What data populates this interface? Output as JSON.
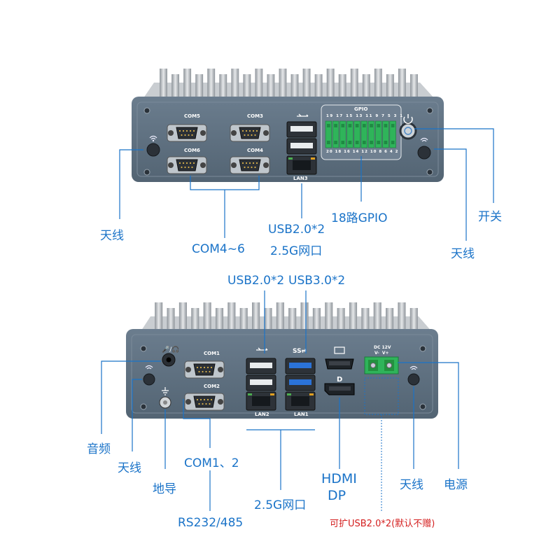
{
  "colors": {
    "callout_line": "#1a73c8",
    "callout_text": "#1a73c8",
    "note_text": "#d42020",
    "chassis": "#5d6f80",
    "chassis_dark": "#4a5a69",
    "fins": "#b7bcc0",
    "gpio_green": "#2fb45a",
    "usb3_blue": "#2b73d8"
  },
  "top_panel": {
    "port_labels": [
      "COM5",
      "COM3",
      "COM6",
      "COM4",
      "LAN3",
      "GPIO"
    ],
    "gpio_top_numbers": "19 17 15 13 11 9 7 5 3 1",
    "gpio_bottom_numbers": "20 18 16 14 12 10 8 6 4 2",
    "callouts": {
      "antenna_left": "天线",
      "com": "COM4~6",
      "usb_lan_line1": "USB2.0*2",
      "usb_lan_line2": "2.5G网口",
      "gpio": "18路GPIO",
      "power_switch": "开关",
      "antenna_right": "天线"
    }
  },
  "bottom_panel": {
    "port_labels": [
      "COM1",
      "COM2",
      "LAN2",
      "LAN1",
      "DC 12V",
      "V-  V+"
    ],
    "callouts": {
      "usb2": "USB2.0*2",
      "usb3": "USB3.0*2",
      "audio": "音频",
      "antenna_left": "天线",
      "ground": "地导",
      "com": "COM1、2",
      "rs": "RS232/485",
      "lan": "2.5G网口",
      "hdmi": "HDMI",
      "dp": "DP",
      "antenna_right": "天线",
      "power": "电源",
      "usb_expand_note": "可扩USB2.0*2(默认不赠)"
    }
  },
  "icons": [
    "wifi-icon",
    "power-icon",
    "usb-icon",
    "headphone-mic-icon",
    "ground-icon",
    "hdmi-icon",
    "displayport-icon",
    "ethernet-icon"
  ]
}
